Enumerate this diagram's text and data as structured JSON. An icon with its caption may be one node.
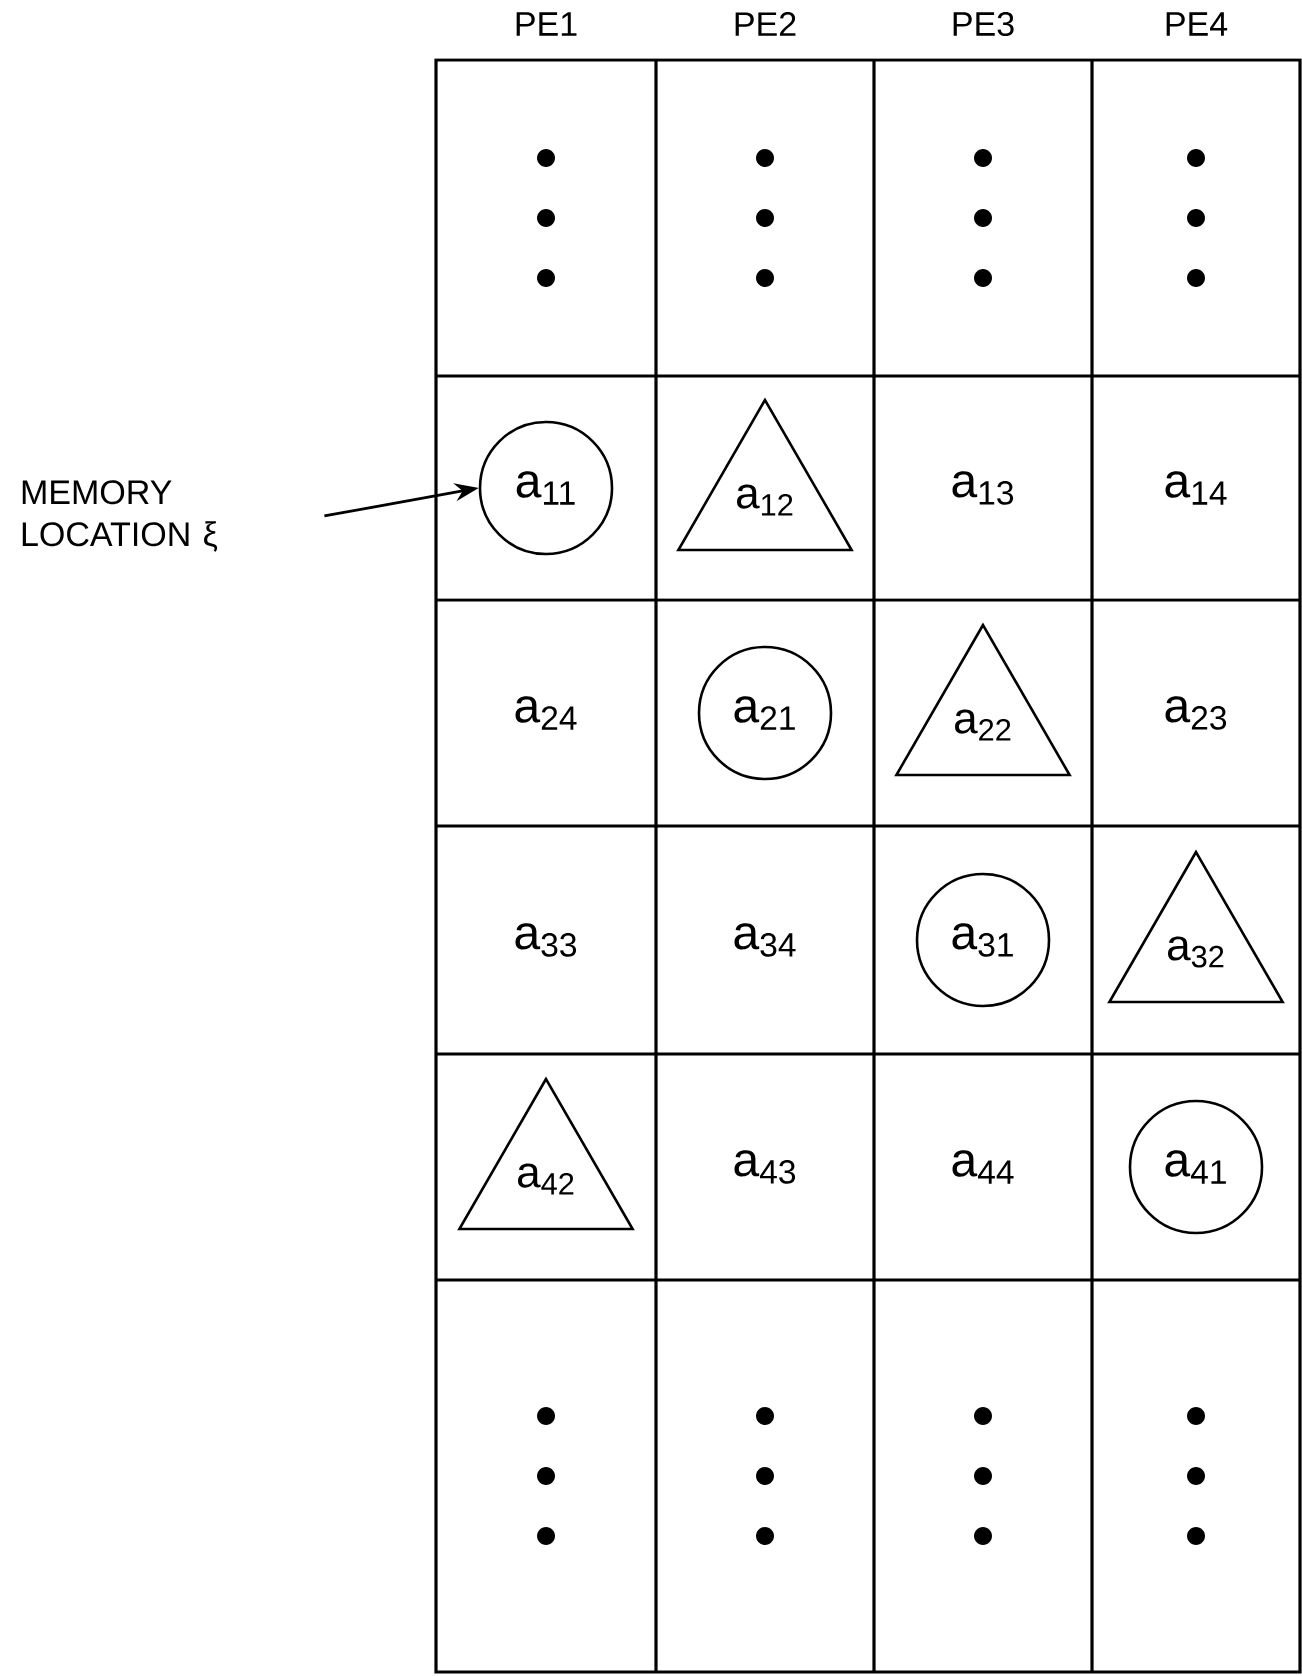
{
  "diagram": {
    "nodes": [
      {
        "text": [
          "MEMORY LOCATION ξ"
        ]
      },
      {
        "text": [
          "a$_{11}$"
        ]
      },
      {
        "text": [
          "a$_{12}$"
        ]
      },
      {
        "text": [
          "a$_{21}$"
        ]
      },
      {
        "text": [
          "a$_{22}$"
        ]
      },
      {
        "text": [
          "a$_{31}$"
        ]
      },
      {
        "text": [
          "a$_{32}$"
        ]
      },
      {
        "text": [
          "a$_{42}$"
        ]
      },
      {
        "text": [
          "a$_{41}$"
        ]
      }
    ],
    "edges": [
      {
        "from": 0,
        "to": 1,
        "arrow": "to"
      }
    ],
    "labels": [
      "PE1",
      "PE2",
      "PE3",
      "PE4",
      "a$_{13}$",
      "a$_{14}$",
      "a$_{24}$",
      "a$_{23}$",
      "a$_{33}$",
      "a$_{34}$",
      "a$_{43}$",
      "a$_{44}$"
    ]
  }
}
